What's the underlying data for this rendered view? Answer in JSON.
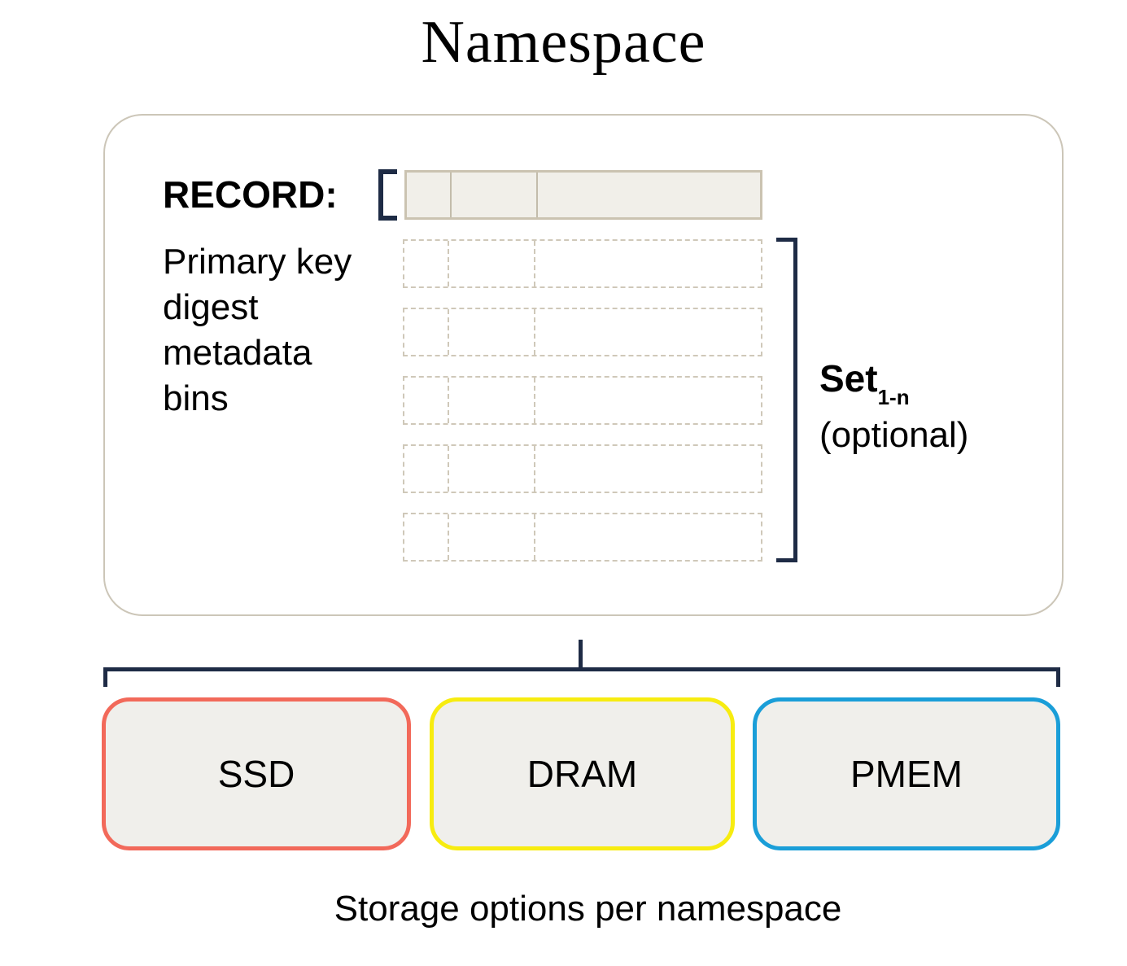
{
  "title": {
    "text": "Namespace"
  },
  "record": {
    "label": "RECORD:",
    "field_lines": [
      "Primary key",
      "digest",
      "metadata",
      "bins"
    ]
  },
  "set": {
    "label": "Set",
    "subscript": "1-n",
    "optional": "(optional)"
  },
  "storage": {
    "caption": "Storage options per namespace",
    "options": [
      {
        "label": "SSD",
        "border_color": "#f2695a"
      },
      {
        "label": "DRAM",
        "border_color": "#f7ec10"
      },
      {
        "label": "PMEM",
        "border_color": "#1a9ed8"
      }
    ]
  },
  "colors": {
    "container_border": "#ccc6b8",
    "record_fill": "#f1efe9",
    "record_border": "#cbc3b1",
    "dashed_border": "#cfc8b9",
    "bracket_navy": "#1e2b45",
    "storage_fill": "#f0efeb",
    "text": "#000000"
  }
}
